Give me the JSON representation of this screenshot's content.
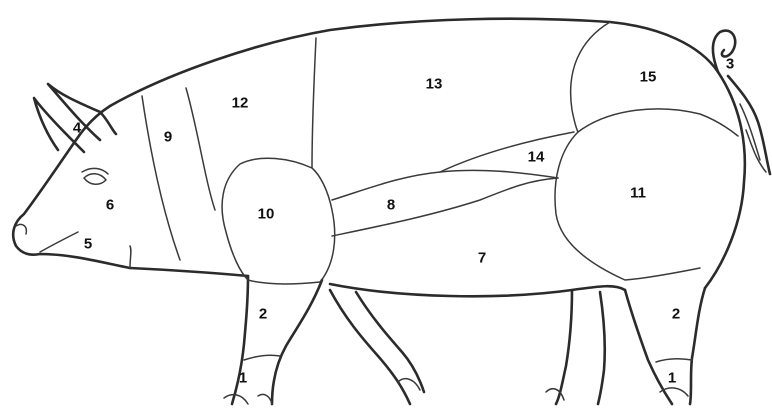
{
  "diagram": {
    "regions": [
      {
        "id": "r1a",
        "label": "1"
      },
      {
        "id": "r1b",
        "label": "1"
      },
      {
        "id": "r2a",
        "label": "2"
      },
      {
        "id": "r2b",
        "label": "2"
      },
      {
        "id": "r3",
        "label": "3"
      },
      {
        "id": "r4",
        "label": "4"
      },
      {
        "id": "r5",
        "label": "5"
      },
      {
        "id": "r6",
        "label": "6"
      },
      {
        "id": "r7",
        "label": "7"
      },
      {
        "id": "r8",
        "label": "8"
      },
      {
        "id": "r9",
        "label": "9"
      },
      {
        "id": "r10",
        "label": "10"
      },
      {
        "id": "r11",
        "label": "11"
      },
      {
        "id": "r12",
        "label": "12"
      },
      {
        "id": "r13",
        "label": "13"
      },
      {
        "id": "r14",
        "label": "14"
      },
      {
        "id": "r15",
        "label": "15"
      }
    ]
  }
}
